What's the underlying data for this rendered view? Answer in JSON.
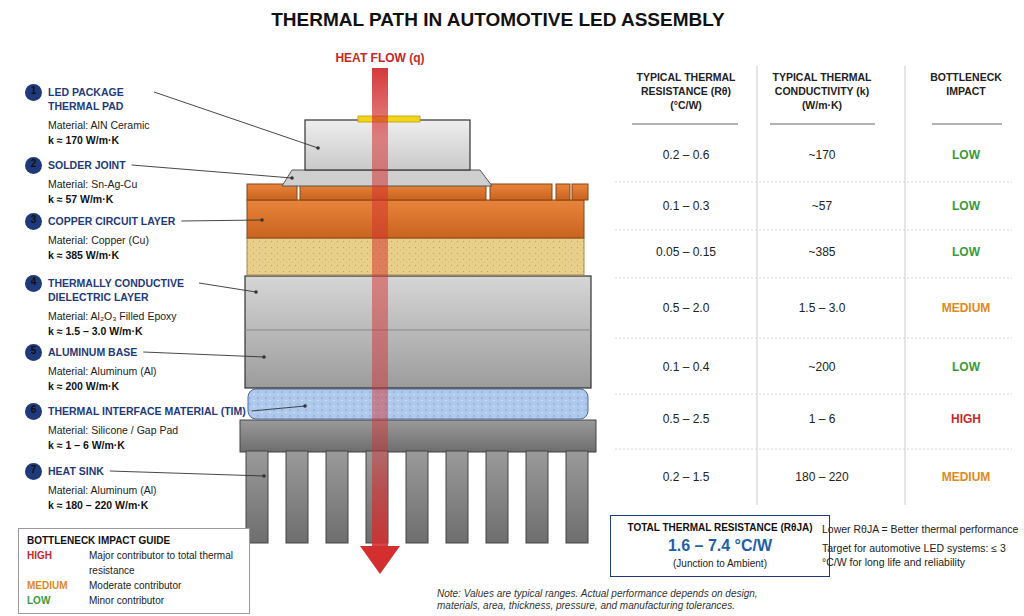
{
  "diagram": {
    "title": "THERMAL PATH IN AUTOMOTIVE LED ASSEMBLY",
    "nodes": [
      {
        "text": [
          "1"
        ]
      },
      {
        "text": [
          "2"
        ]
      },
      {
        "text": [
          "3"
        ]
      },
      {
        "text": [
          "4"
        ]
      },
      {
        "text": [
          "5"
        ]
      },
      {
        "text": [
          "6"
        ]
      },
      {
        "text": [
          "7"
        ]
      },
      {
        "text": [
          "BOTTLENECK IMPACT GUIDE"
        ]
      },
      {
        "text": [
          "TOTAL THERMAL RESISTANCE (RθJA)",
          "1.6 – 7.4 °C/W",
          "(Junction to Ambient)"
        ]
      }
    ],
    "labels": [
      "HEAT FLOW (q)",
      "LED PACKAGE THERMAL PAD",
      "Material: AlN Ceramic",
      "k ≈ 170 W/m·K",
      "SOLDER JOINT",
      "Material: Sn-Ag-Cu",
      "k ≈ 57 W/m·K",
      "COPPER CIRCUIT LAYER",
      "Material: Copper (Cu)",
      "k ≈ 385 W/m·K",
      "THERMALLY CONDUCTIVE DIELECTRIC LAYER",
      "Material: Al₂O₃ Filled Epoxy",
      "k ≈ 1.5 – 3.0 W/m·K",
      "ALUMINUM BASE",
      "Material: Aluminum (Al)",
      "k ≈ 200 W/m·K",
      "THERMAL INTERFACE MATERIAL (TIM)",
      "Material: Silicone / Gap Pad",
      "k ≈ 1 – 6 W/m·K",
      "HEAT SINK",
      "Material: Aluminum (Al)",
      "k ≈ 180 – 220 W/m·K",
      "TYPICAL THERMAL RESISTANCE (Rθ) (°C/W)",
      "TYPICAL THERMAL CONDUCTIVITY (k) (W/m·K)",
      "BOTTLENECK IMPACT",
      "0.2 – 0.6",
      "~170",
      "LOW",
      "0.1 – 0.3",
      "~57",
      "LOW",
      "0.05 – 0.15",
      "~385",
      "LOW",
      "0.5 – 2.0",
      "1.5 – 3.0",
      "MEDIUM",
      "0.1 – 0.4",
      "~200",
      "LOW",
      "0.5 – 2.5",
      "1 – 6",
      "HIGH",
      "0.2 – 1.5",
      "180 – 220",
      "MEDIUM",
      "Major contributor to total thermal resistance",
      "Moderate contributor",
      "Minor contributor",
      "Lower RθJA = Better thermal performance",
      "Target for automotive LED systems: ≤ 3 °C/W for long life and reliability",
      "Note: Values are typical ranges. Actual performance depends on design, materials, area, thickness, pressure, and manufacturing tolerances."
    ],
    "legend": [
      {
        "text": "HIGH",
        "color": "#c62828"
      },
      {
        "text": "MEDIUM",
        "color": "#e08a1e"
      },
      {
        "text": "LOW",
        "color": "#3a9a3a"
      }
    ]
  }
}
